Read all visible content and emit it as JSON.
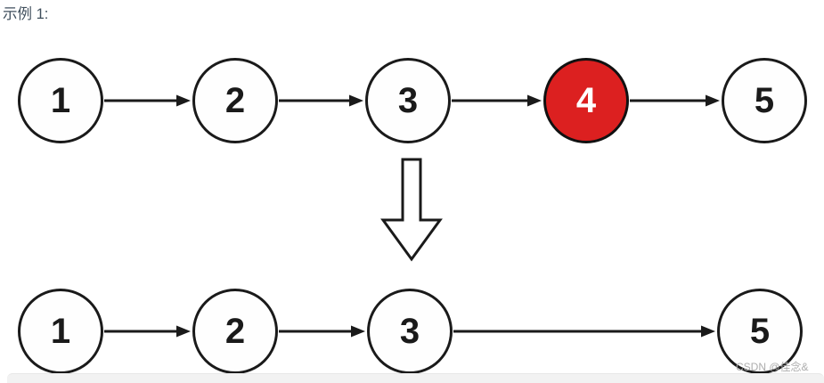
{
  "page": {
    "title_label": "示例 1:"
  },
  "diagram": {
    "type": "linked-list-transformation",
    "sequence_before": [
      1,
      2,
      3,
      4,
      5
    ],
    "highlighted_value": 4,
    "sequence_after": [
      1,
      2,
      3,
      5
    ],
    "before": {
      "nodes": [
        {
          "label": "1",
          "highlighted": false
        },
        {
          "label": "2",
          "highlighted": false
        },
        {
          "label": "3",
          "highlighted": false
        },
        {
          "label": "4",
          "highlighted": true
        },
        {
          "label": "5",
          "highlighted": false
        }
      ]
    },
    "after": {
      "nodes": [
        {
          "label": "1"
        },
        {
          "label": "2"
        },
        {
          "label": "3"
        },
        {
          "label": "5"
        }
      ]
    },
    "colors": {
      "highlight_fill": "#dc2020",
      "highlight_text": "#ffffff",
      "node_fill": "#ffffff",
      "node_stroke": "#1a1a1a",
      "arrow": "#1a1a1a",
      "title_text": "#3f4e5c"
    }
  },
  "watermark": {
    "text": "CSDN @佳念&",
    "color": "#adadad"
  }
}
